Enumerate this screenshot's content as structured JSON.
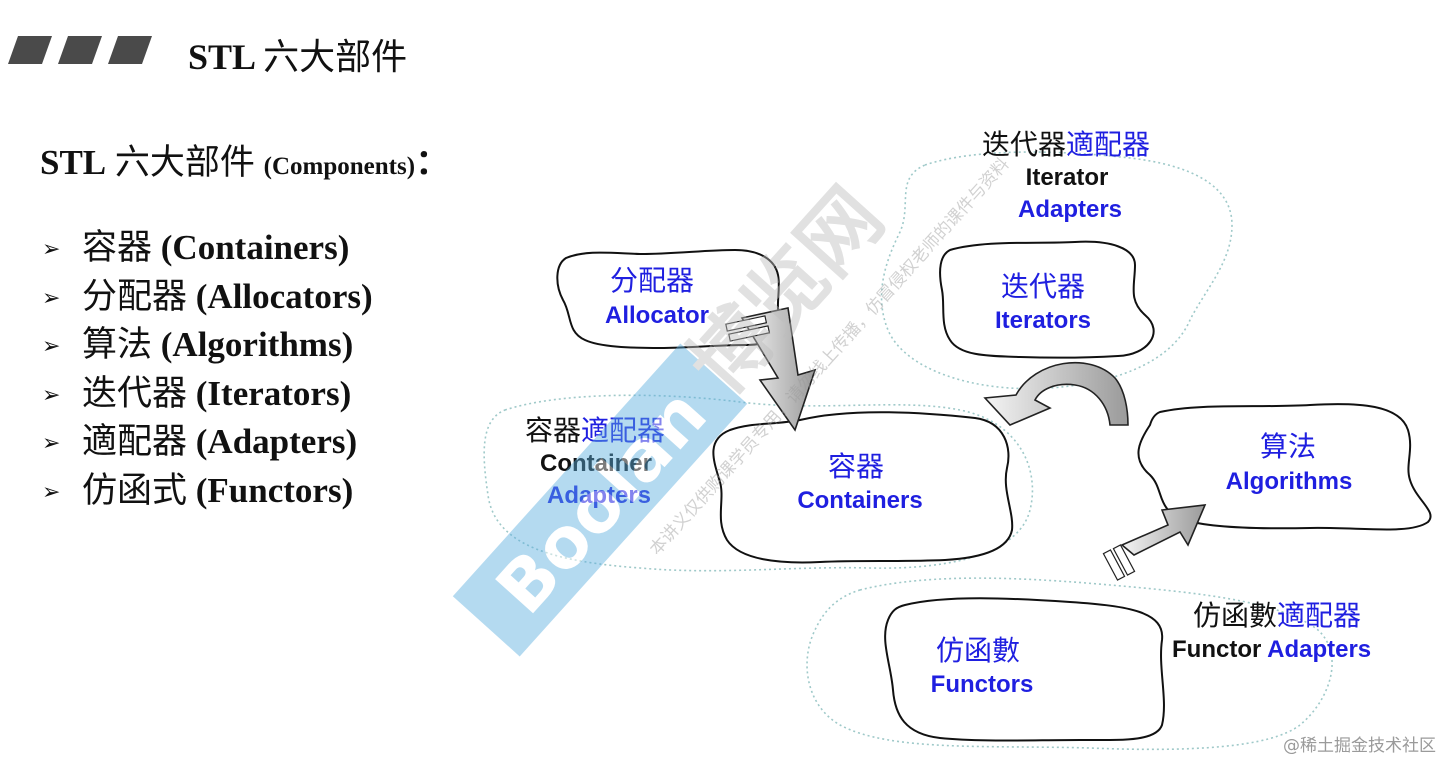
{
  "header": {
    "title_latin": "STL",
    "title_cjk": "六大部件"
  },
  "subtitle": {
    "latin": "STL",
    "cjk": "六大部件",
    "paren": "(Components)",
    "colon": "："
  },
  "components": [
    {
      "marker": "➢",
      "cn": "容器",
      "en": "(Containers)"
    },
    {
      "marker": "➢",
      "cn": "分配器",
      "en": "(Allocators)"
    },
    {
      "marker": "➢",
      "cn": "算法",
      "en": "(Algorithms)"
    },
    {
      "marker": "➢",
      "cn": "迭代器",
      "en": "(Iterators)"
    },
    {
      "marker": "➢",
      "cn": "適配器",
      "en": "(Adapters)"
    },
    {
      "marker": "➢",
      "cn": "仿函式",
      "en": "(Functors)"
    }
  ],
  "diagram": {
    "allocator": {
      "cn": "分配器",
      "en": "Allocator"
    },
    "iterators": {
      "cn": "迭代器",
      "en": "Iterators"
    },
    "iterator_adapters": {
      "cn_black": "迭代器",
      "cn_blue": "適配器",
      "en_black": "Iterator",
      "en_blue": "Adapters"
    },
    "containers": {
      "cn": "容器",
      "en": "Containers"
    },
    "container_adapters": {
      "cn_black": "容器",
      "cn_blue": "適配器",
      "en_black": "Container",
      "en_blue": "Adapters"
    },
    "algorithms": {
      "cn": "算法",
      "en": "Algorithms"
    },
    "functors": {
      "cn": "仿函數",
      "en": "Functors"
    },
    "functor_adapters": {
      "cn_black": "仿函數",
      "cn_blue": "適配器",
      "en_black": "Functor",
      "en_blue": "Adapters"
    }
  },
  "watermark": {
    "brand": "Boolan",
    "cn_brand": "博览网",
    "notice": "本讲义仅供购课学员专用，请勿线上传播，仿冒侵权老师的课件与资料"
  },
  "credit": "@稀土掘金技术社区",
  "colors": {
    "blue": "#1f1fe0",
    "text": "#111111",
    "dotted": "#9fc9c9",
    "watermark": "#5aaee0"
  }
}
